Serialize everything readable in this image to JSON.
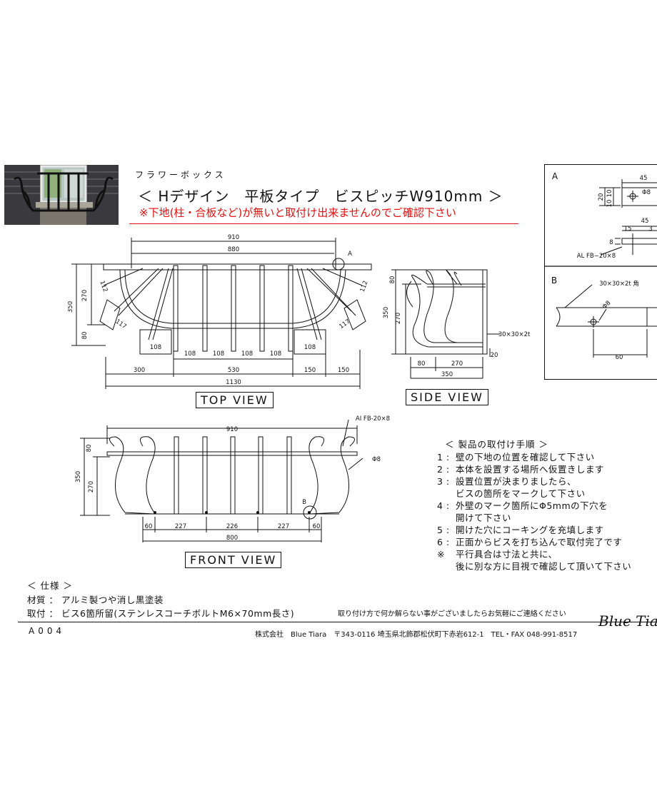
{
  "header": {
    "subtitle": "フラワーボックス",
    "title": "＜ Hデザイン　平板タイプ　ビスピッチW910mm ＞",
    "warning": "※下地(柱・合板など)が無いと取付け出来ませんのでご確認下さい"
  },
  "views": {
    "top": "TOP  VIEW",
    "side": "SIDE  VIEW",
    "front": "FRONT  VIEW"
  },
  "top_dims": {
    "d910": "910",
    "d880": "880",
    "d350": "350",
    "d270": "270",
    "d80": "80",
    "d112a": "112",
    "d112b": "112",
    "d117a": "117",
    "d117b": "117",
    "d108a": "108",
    "d108b": "108",
    "d108c": "108",
    "d108d": "108",
    "d108e": "108",
    "d108f": "108",
    "d300": "300",
    "d530": "530",
    "d150a": "150",
    "d150b": "150",
    "d1130": "1130",
    "markA": "A"
  },
  "side_dims": {
    "d80": "80",
    "d350": "350",
    "d270": "270",
    "tube": "30×30×2t",
    "d20": "20",
    "b80": "80",
    "b270": "270",
    "b350": "350"
  },
  "front_dims": {
    "d910": "910",
    "flat": "AI  FB-20×8",
    "phi": "Φ8",
    "d80": "80",
    "d350": "350",
    "d270": "270",
    "d60a": "60",
    "d227a": "227",
    "d226": "226",
    "d227b": "227",
    "d60b": "60",
    "d800": "800",
    "markB": "B"
  },
  "detail": {
    "labelA": "A",
    "a45": "45",
    "a20": "20",
    "a10a": "10",
    "a10b": "10",
    "aphi": "Φ8",
    "a45b": "45",
    "a15": "15",
    "a3": "3",
    "a8": "8",
    "flat": "AL FB−20×8",
    "labelB": "B",
    "tube": "30×30×2t 角",
    "bphi": "Φ8",
    "b60": "60"
  },
  "steps_title": "＜ 製品の取付け手順 ＞",
  "steps": [
    {
      "num": "1 :",
      "text": "壁の下地の位置を確認して下さい"
    },
    {
      "num": "2 :",
      "text": "本体を設置する場所へ仮置きします"
    },
    {
      "num": "3 :",
      "text": "設置位置が決まりましたら、\nビスの箇所をマークして下さい"
    },
    {
      "num": "4 :",
      "text": "外壁のマーク箇所にΦ5mmの下穴を\n開けて下さい"
    },
    {
      "num": "5 :",
      "text": "開けた穴にコーキングを充填します"
    },
    {
      "num": "6 :",
      "text": "正面からビスを打ち込んで取付完了です"
    },
    {
      "num": "※",
      "text": "平行具合は寸法と共に、\n後に別な方に目視で確認して頂いて下さい"
    }
  ],
  "spec": {
    "title": "＜ 仕様 ＞",
    "material": "材質 ： アルミ製つや消し黒塗装",
    "mounting": "取付 ： ビス6箇所留(ステンレスコーチボルトM6×70mm長さ)"
  },
  "footer": {
    "contact": "取り付け方で何か解らない事がございましたらお気軽にご連絡ください",
    "code": "A004",
    "company": "株式会社　Blue Tiara　〒343-0116 埼玉県北飾郡松伏町下赤岩612-1　TEL・FAX 048-991-8517",
    "logo": "Blue Tiara"
  }
}
